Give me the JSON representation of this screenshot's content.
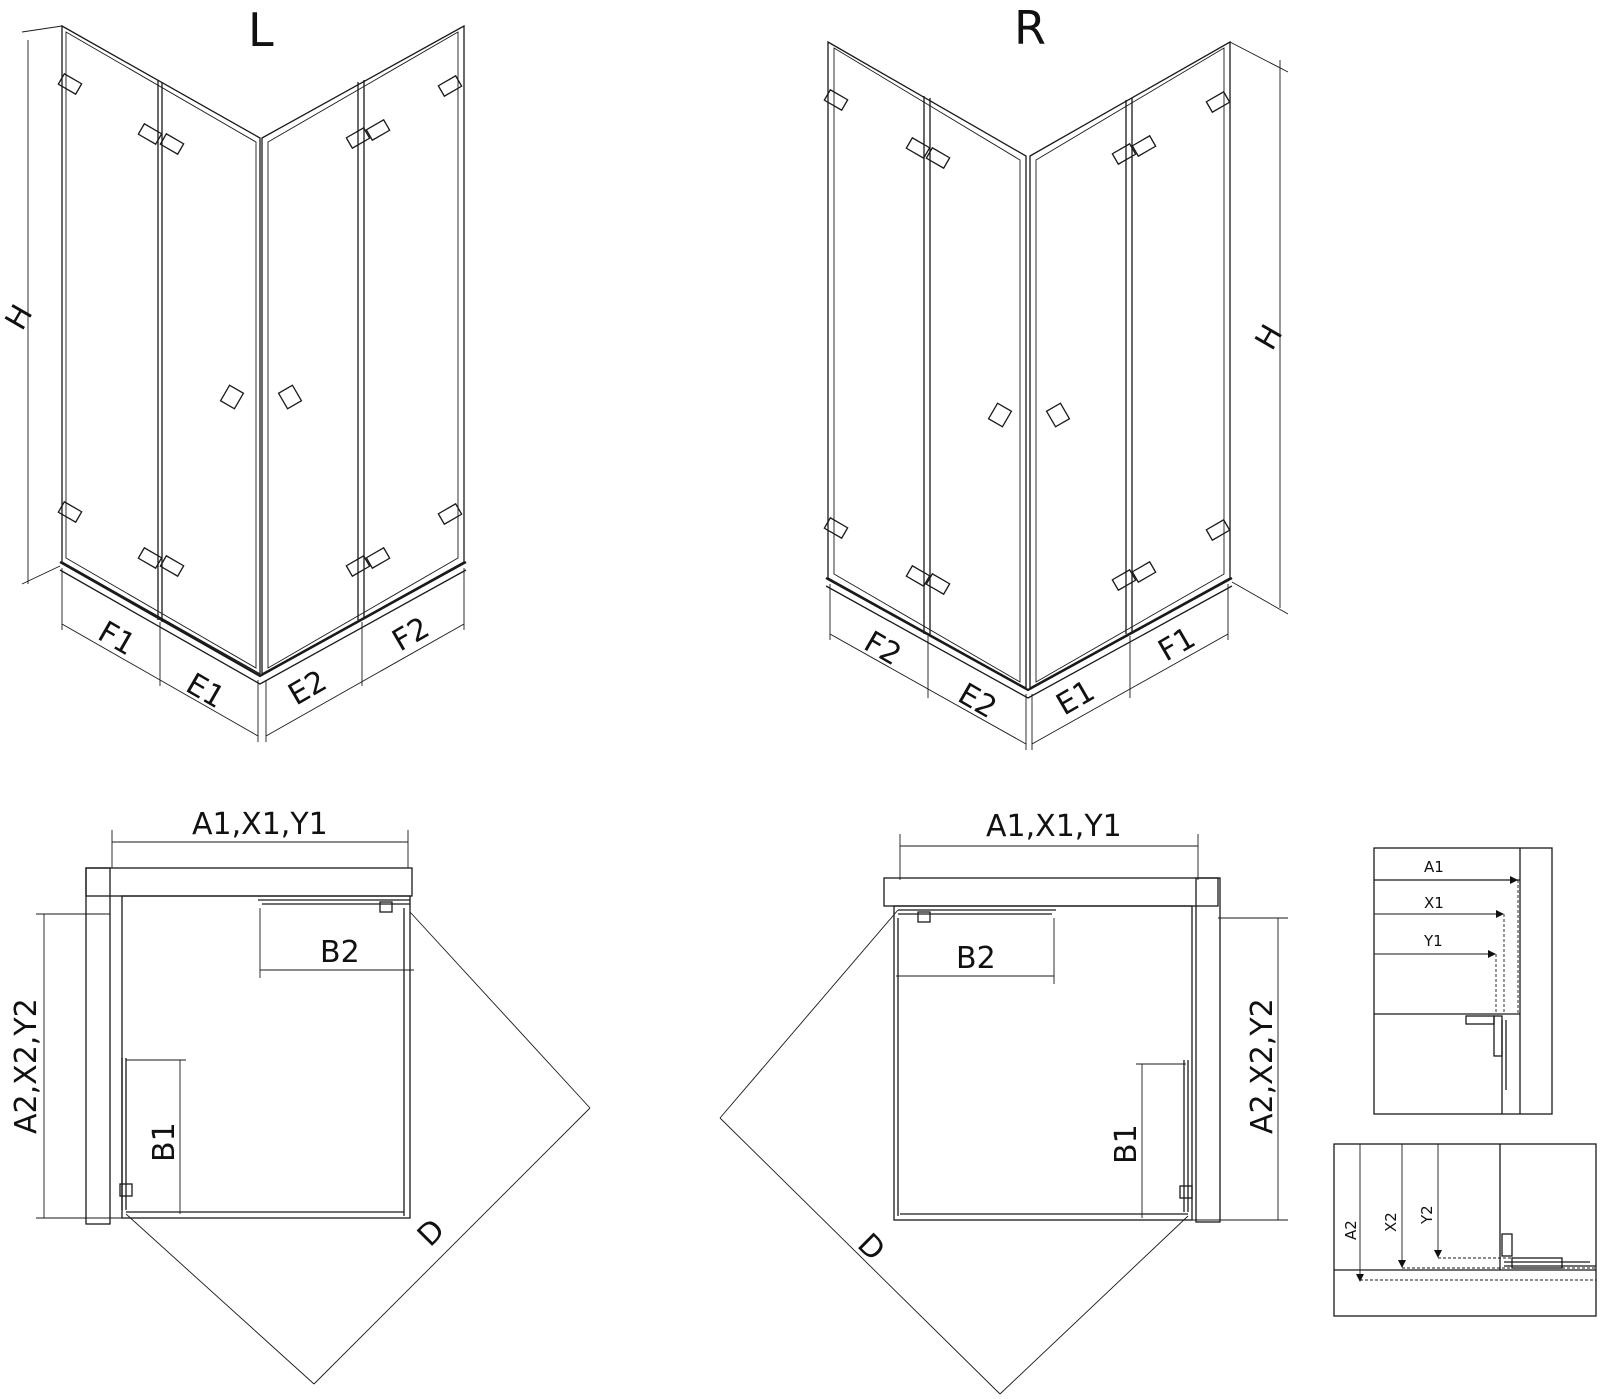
{
  "views": {
    "left_title": "L",
    "right_title": "R"
  },
  "elevation_left": {
    "height": "H",
    "f1": "F1",
    "e1": "E1",
    "e2": "E2",
    "f2": "F2"
  },
  "elevation_right": {
    "height": "H",
    "f2": "F2",
    "e2": "E2",
    "e1": "E1",
    "f1": "F1"
  },
  "plan_left": {
    "width": "A1,X1,Y1",
    "depth": "A2,X2,Y2",
    "b1": "B1",
    "b2": "B2",
    "diagonal": "D"
  },
  "plan_right": {
    "width": "A1,X1,Y1",
    "depth": "A2,X2,Y2",
    "b1": "B1",
    "b2": "B2",
    "diagonal": "D"
  },
  "detail_top": {
    "a1": "A1",
    "x1": "X1",
    "y1": "Y1"
  },
  "detail_bottom": {
    "a2": "A2",
    "x2": "X2",
    "y2": "Y2"
  }
}
